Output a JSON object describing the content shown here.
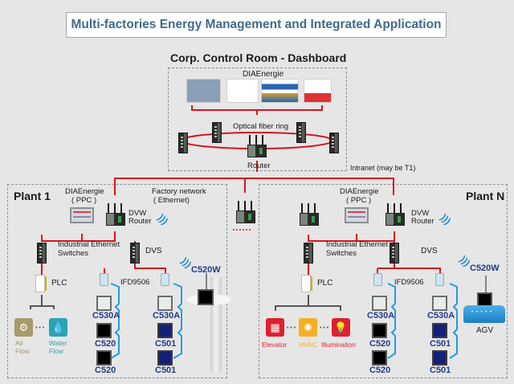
{
  "title": "Multi-factories Energy Management and Integrated Application",
  "corp": {
    "heading": "Corp. Control Room - Dashboard",
    "software": "DIAEnergie",
    "ring_label": "Optical fiber ring",
    "router_label": "Router",
    "intranet_label": "Intranet (may be T1)"
  },
  "plant1": {
    "name": "Plant 1",
    "ppc_label": "DIAEnergie",
    "ppc_sub": "( PPC )",
    "factory_net": "Factory network",
    "factory_net_sub": "( Ethernet)",
    "router_line1": "DVW",
    "router_line2": "Router",
    "switch_line1": "Industrial Ethernet",
    "switch_line2": "Switches",
    "dvs": "DVS",
    "plc": "PLC",
    "ifd": "IFD9506",
    "wireless_meter": "C520W",
    "left_meters": [
      "C530A",
      "C520",
      "C520"
    ],
    "right_meters": [
      "C530A",
      "C501",
      "C501"
    ],
    "loads": [
      {
        "line1": "Air",
        "line2": "Flow",
        "color": "#a89a6a"
      },
      {
        "line1": "Water",
        "line2": "Flow",
        "color": "#2ba3b6"
      }
    ],
    "ellipsis": "• • •"
  },
  "plantN": {
    "name": "Plant N",
    "ppc_label": "DIAEnergie",
    "ppc_sub": "( PPC )",
    "router_line1": "DVW",
    "router_line2": "Router",
    "switch_line1": "Industrial Ethernet",
    "switch_line2": "Switches",
    "dvs": "DVS",
    "plc": "PLC",
    "ifd": "IFD9506",
    "wireless_meter": "C520W",
    "agv": "AGV",
    "left_meters": [
      "C530A",
      "C520",
      "C520"
    ],
    "right_meters": [
      "C530A",
      "C501",
      "C501"
    ],
    "loads": [
      {
        "label": "Elevator",
        "color": "#e0202e"
      },
      {
        "label": "HVAC",
        "color": "#f5b021"
      },
      {
        "label": "Illumination",
        "color": "#e0202e"
      }
    ],
    "ellipsis": "• • •"
  },
  "colors": {
    "network_line": "#d8141e",
    "serial_line": "#1e9de0",
    "io_line": "#555555",
    "title_text": "#3f6a8c",
    "model_text": "#233a8c"
  }
}
